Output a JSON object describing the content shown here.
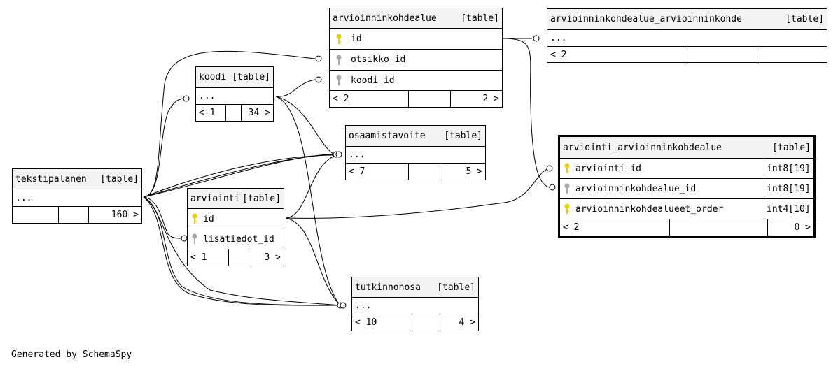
{
  "colors": {
    "primary_key": "#e8d100",
    "foreign_key": "#a8a8a8",
    "header_bg": "#f4f4f4"
  },
  "icons": {
    "primary_key": "key-icon",
    "foreign_key": "key-icon"
  },
  "footer": "Generated by SchemaSpy",
  "tables": {
    "arvioinninkohdealue": {
      "name": "arvioinninkohdealue",
      "tag": "[table]",
      "columns": [
        {
          "name": "id"
        },
        {
          "name": "otsikko_id"
        },
        {
          "name": "koodi_id"
        }
      ],
      "parents": "< 2",
      "children": "2 >"
    },
    "arvioinninkohdealue_arvioinninkohde": {
      "name": "arvioinninkohdealue_arvioinninkohde",
      "tag": "[table]",
      "columns": [
        {
          "name": "..."
        }
      ],
      "parents": "< 2",
      "children": ""
    },
    "koodi": {
      "name": "koodi",
      "tag": "[table]",
      "columns": [
        {
          "name": "..."
        }
      ],
      "parents": "< 1",
      "children": "34 >"
    },
    "osaamistavoite": {
      "name": "osaamistavoite",
      "tag": "[table]",
      "columns": [
        {
          "name": "..."
        }
      ],
      "parents": "< 7",
      "children": "5 >"
    },
    "arviointi_arvioinninkohdealue": {
      "name": "arviointi_arvioinninkohdealue",
      "tag": "[table]",
      "columns": [
        {
          "name": "arviointi_id",
          "type": "int8[19]"
        },
        {
          "name": "arvioinninkohdealue_id",
          "type": "int8[19]"
        },
        {
          "name": "arvioinninkohdealueet_order",
          "type": "int4[10]"
        }
      ],
      "parents": "< 2",
      "children": "0 >"
    },
    "tekstipalanen": {
      "name": "tekstipalanen",
      "tag": "[table]",
      "columns": [
        {
          "name": "..."
        }
      ],
      "parents": "",
      "children": "160 >"
    },
    "arviointi": {
      "name": "arviointi",
      "tag": "[table]",
      "columns": [
        {
          "name": "id"
        },
        {
          "name": "lisatiedot_id"
        }
      ],
      "parents": "< 1",
      "children": "3 >"
    },
    "tutkinnonosa": {
      "name": "tutkinnonosa",
      "tag": "[table]",
      "columns": [
        {
          "name": "..."
        }
      ],
      "parents": "< 10",
      "children": "4 >"
    }
  }
}
